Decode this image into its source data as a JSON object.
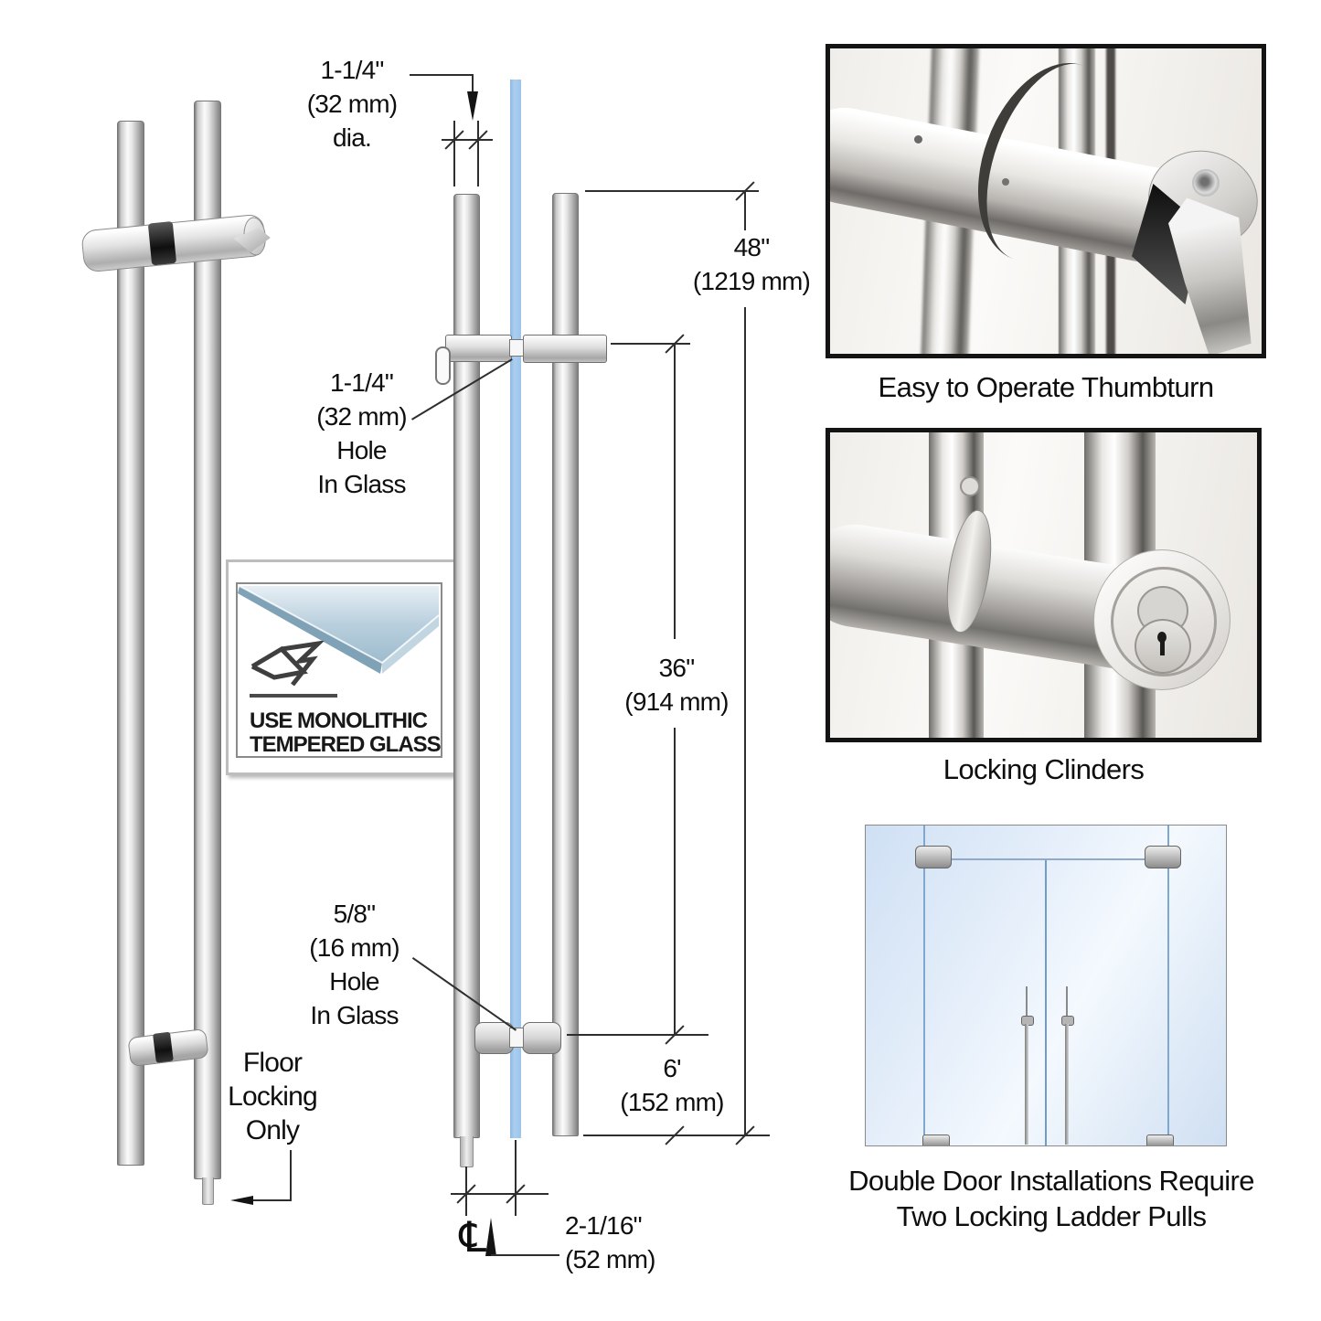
{
  "colors": {
    "glass_blue": "#9cc4ea",
    "line": "#2e2e2e",
    "photo_frame": "#141414",
    "door_glass": "#d7e6f7"
  },
  "left_drawing": {
    "floor_locking": [
      "Floor",
      "Locking",
      "Only"
    ]
  },
  "badge": {
    "lines": [
      "USE MONOLITHIC",
      "TEMPERED GLASS"
    ]
  },
  "dims": {
    "dia": [
      "1-1/4\"",
      "(32 mm)",
      "dia."
    ],
    "hole_top": [
      "1-1/4\"",
      "(32 mm)",
      "Hole",
      "In Glass"
    ],
    "h48": [
      "48\"",
      "(1219 mm)"
    ],
    "h36": [
      "36\"",
      "(914 mm)"
    ],
    "hole_bottom": [
      "5/8\"",
      "(16 mm)",
      "Hole",
      "In Glass"
    ],
    "h6": [
      "6'",
      "(152 mm)"
    ],
    "w2": [
      "2-1/16\"",
      "(52 mm)"
    ],
    "centerline": "℄"
  },
  "photos": {
    "thumbturn_caption": "Easy to Operate Thumbturn",
    "cylinders_caption": "Locking Clinders",
    "double_door_caption": [
      "Double Door Installations Require",
      "Two Locking Ladder Pulls"
    ]
  }
}
